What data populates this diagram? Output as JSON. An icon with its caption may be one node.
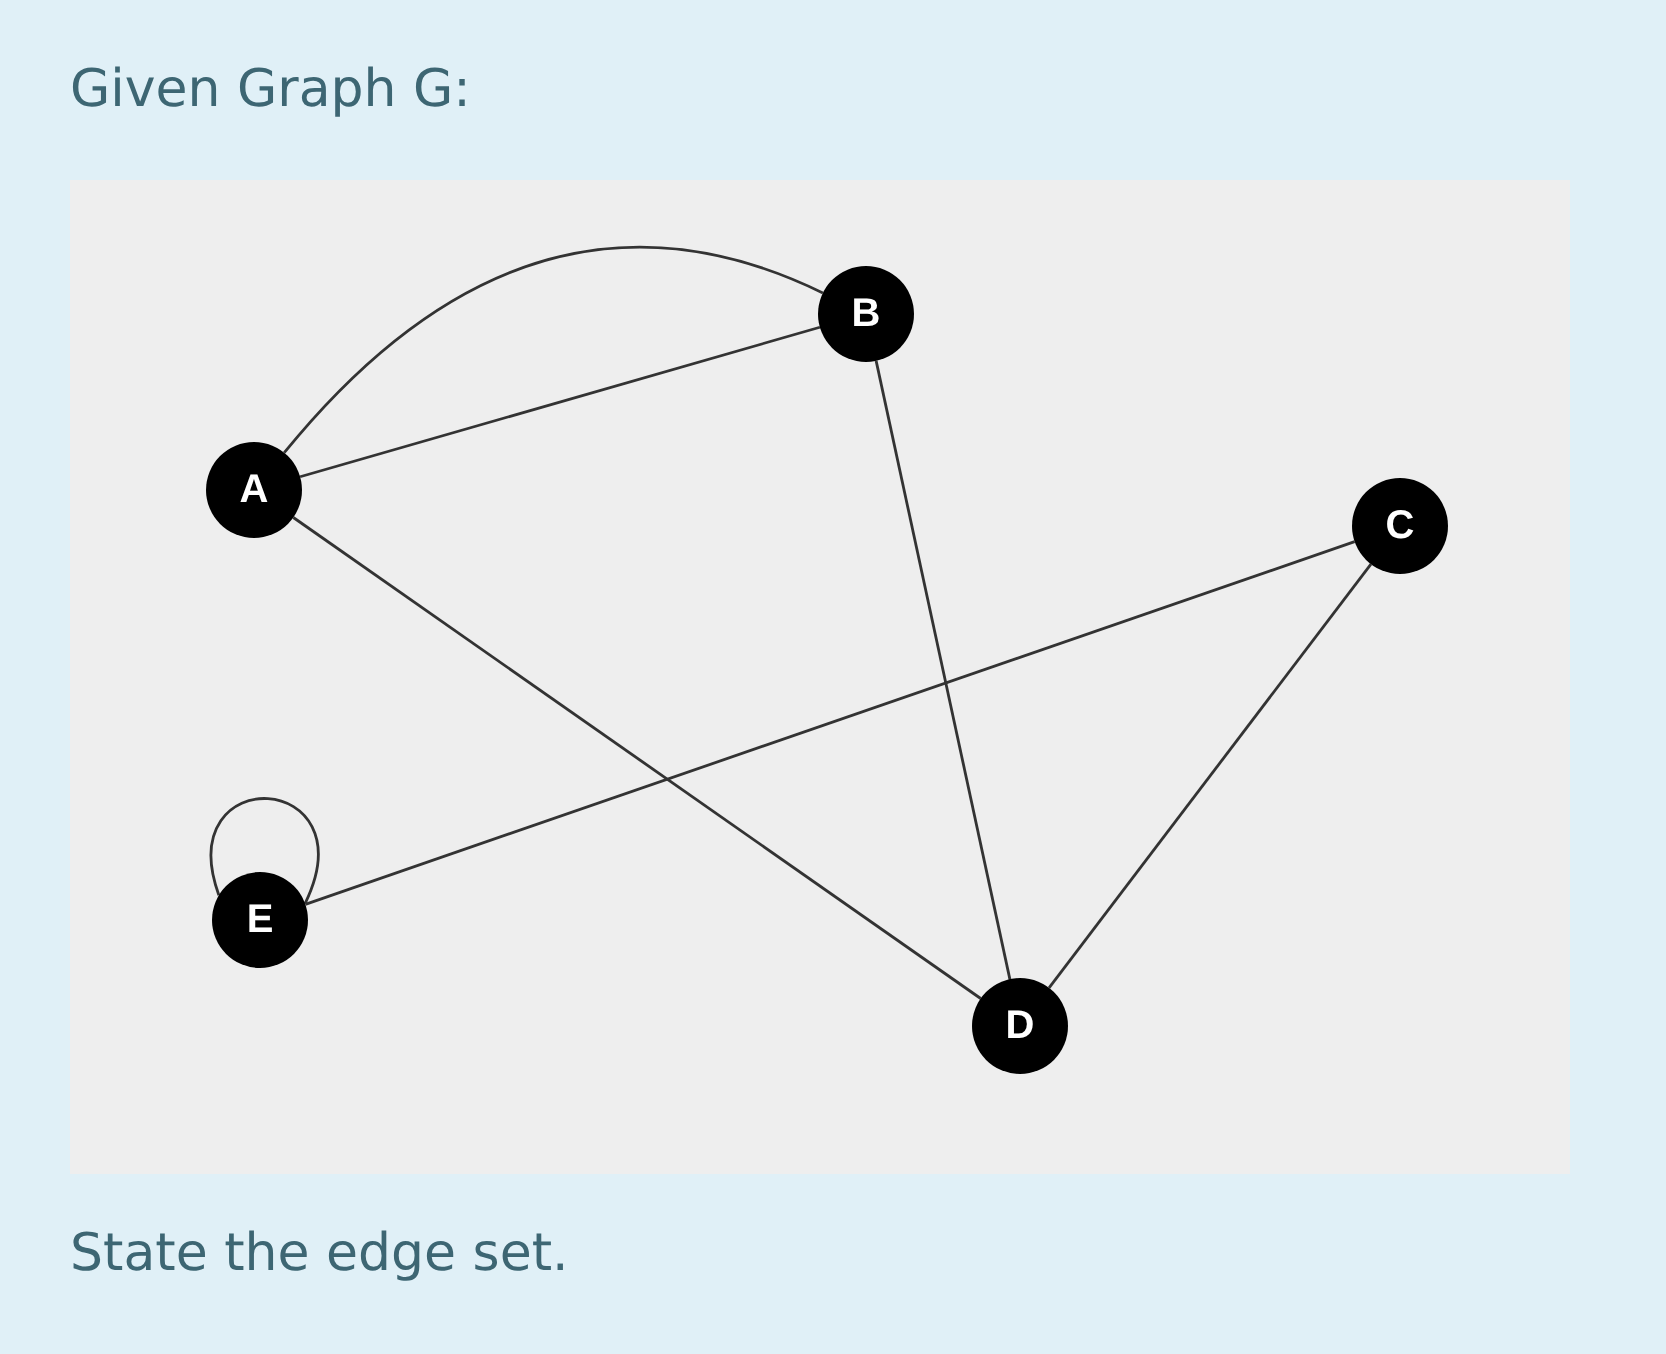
{
  "diagram": {
    "title": "Given Graph G:",
    "caption": "State the edge set.",
    "nodes": [
      {
        "text": [
          "A"
        ]
      },
      {
        "text": [
          "B"
        ]
      },
      {
        "text": [
          "C"
        ]
      },
      {
        "text": [
          "D"
        ]
      },
      {
        "text": [
          "E"
        ]
      }
    ],
    "edges": [
      {
        "from": 0,
        "to": 1,
        "arrow": "none"
      },
      {
        "from": 0,
        "to": 1,
        "arrow": "none"
      },
      {
        "from": 0,
        "to": 3,
        "arrow": "none"
      },
      {
        "from": 1,
        "to": 3,
        "arrow": "none"
      },
      {
        "from": 4,
        "to": 2,
        "arrow": "none"
      },
      {
        "from": 2,
        "to": 3,
        "arrow": "none"
      },
      {
        "from": 4,
        "to": 4,
        "arrow": "none"
      }
    ]
  }
}
